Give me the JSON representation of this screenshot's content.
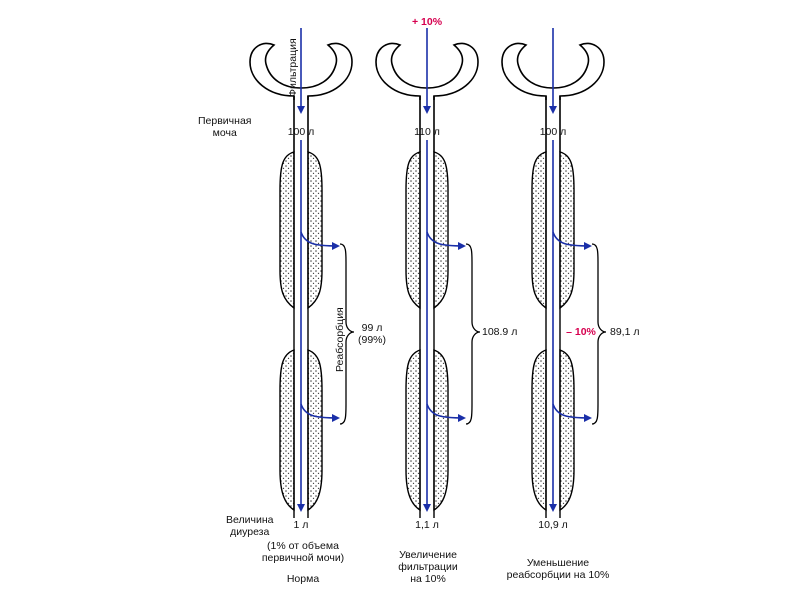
{
  "colors": {
    "flow": "#1a2fa8",
    "accent": "#d6004f",
    "outline": "#000000",
    "stipple": "#3a3a3a"
  },
  "left_labels": {
    "primary_urine": "Первичная\nмоча",
    "diuresis": "Величина\nдиуреза"
  },
  "axis_labels": {
    "filtration": "Фильтрация",
    "reabsorption": "Реабсорбция"
  },
  "panels": [
    {
      "top_change": "",
      "primary_volume": "100 л",
      "reabsorbed": "99 л\n(99%)",
      "reabsorb_change": "",
      "output": "1 л",
      "note": "(1% от объема\nпервичной мочи)",
      "caption": "Норма"
    },
    {
      "top_change": "+ 10%",
      "primary_volume": "110 л",
      "reabsorbed": "108.9 л",
      "reabsorb_change": "",
      "output": "1,1 л",
      "note": "",
      "caption": "Увеличение\nфильтрации\nна 10%"
    },
    {
      "top_change": "",
      "primary_volume": "100 л",
      "reabsorbed": "89,1 л",
      "reabsorb_change": "– 10%",
      "output": "10,9 л",
      "note": "",
      "caption": "Уменьшение\nреабсорбции на 10%"
    }
  ]
}
